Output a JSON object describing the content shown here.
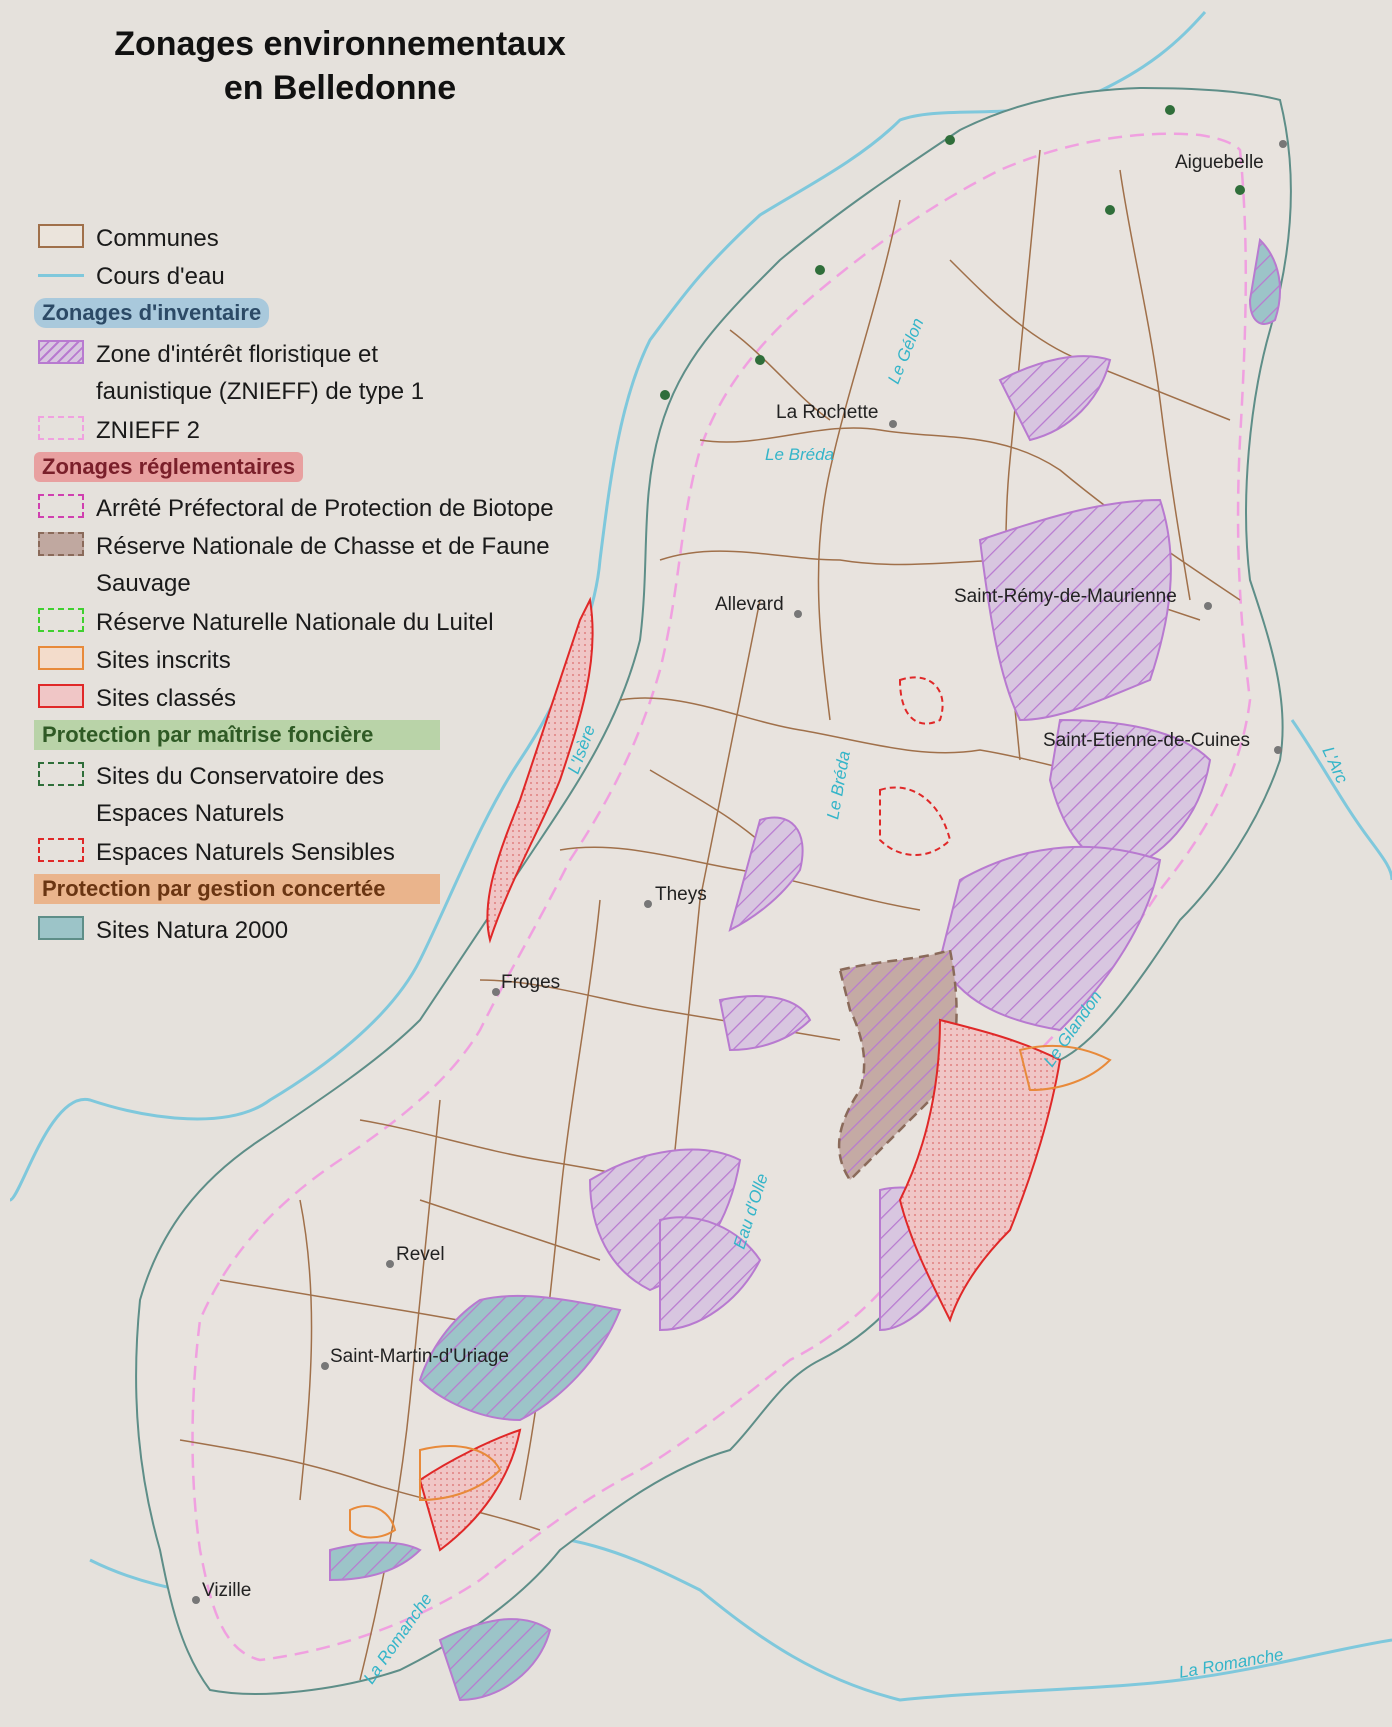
{
  "title": "Zonages environnementaux en Belledonne",
  "legend": {
    "communes": "Communes",
    "cours_eau": "Cours d'eau",
    "inventaire_head": "Zonages d'inventaire",
    "znieff1": "Zone d'intérêt floristique et faunistique (ZNIEFF) de type 1",
    "znieff2": "ZNIEFF 2",
    "reglementaires_head": "Zonages réglementaires",
    "appb": "Arrêté Préfectoral de Protection de Biotope",
    "rncfs": "Réserve Nationale de Chasse et de Faune Sauvage",
    "rnn": "Réserve Naturelle Nationale du Luitel",
    "sites_inscrits": "Sites inscrits",
    "sites_classes": "Sites classés",
    "fonciere_head": "Protection par maîtrise foncière",
    "cen": "Sites du Conservatoire des Espaces Naturels",
    "ens": "Espaces Naturels Sensibles",
    "gestion_head": "Protection par gestion concertée",
    "natura": "Sites Natura 2000"
  },
  "towns": [
    {
      "name": "Aiguebelle"
    },
    {
      "name": "La Rochette"
    },
    {
      "name": "Allevard"
    },
    {
      "name": "Saint-Rémy-de-Maurienne"
    },
    {
      "name": "Saint-Etienne-de-Cuines"
    },
    {
      "name": "Theys"
    },
    {
      "name": "Froges"
    },
    {
      "name": "Revel"
    },
    {
      "name": "Saint-Martin-d'Uriage"
    },
    {
      "name": "Vizille"
    }
  ],
  "rivers": [
    {
      "name": "Le Gélon"
    },
    {
      "name": "Le Bréda"
    },
    {
      "name": "L'Isère"
    },
    {
      "name": "Le Bréda"
    },
    {
      "name": "L'Arc"
    },
    {
      "name": "Le Glandon"
    },
    {
      "name": "Eau d'Olle"
    },
    {
      "name": "La Romanche"
    },
    {
      "name": "La Romanche"
    }
  ],
  "colors": {
    "background": "#e5e1dc",
    "communes": "#a0704a",
    "rivers": "#7fc8dc",
    "znieff1": "#b87ad0",
    "znieff2": "#f0a0e0",
    "appb": "#d040b0",
    "rncfs": "#c0a8a0",
    "rnn": "#40d030",
    "sites_inscrits": "#e88a3a",
    "sites_classes": "#e02828",
    "cen": "#2f6e3a",
    "ens": "#e02828",
    "natura": "#9cc4c8"
  }
}
